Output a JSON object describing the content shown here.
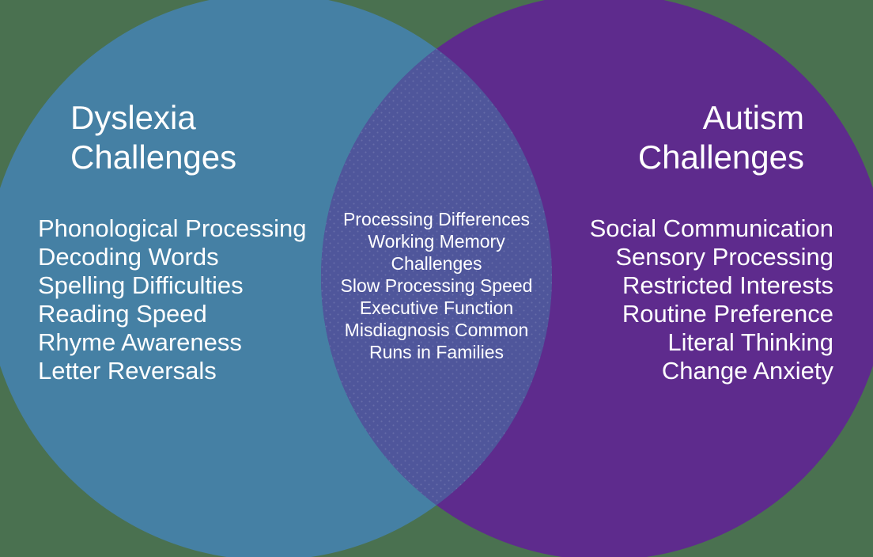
{
  "diagram": {
    "type": "venn",
    "left_circle": {
      "title": "Dyslexia\nChallenges",
      "items": [
        "Phonological Processing",
        "Decoding Words",
        "Spelling Difficulties",
        "Reading Speed",
        "Rhyme Awareness",
        "Letter Reversals"
      ]
    },
    "overlap": {
      "items": [
        "Processing Differences",
        "Working Memory\nChallenges",
        "Slow Processing Speed",
        "Executive Function",
        "Misdiagnosis Common",
        "Runs in Families"
      ]
    },
    "right_circle": {
      "title": "Autism\nChallenges",
      "items": [
        "Social Communication",
        "Sensory Processing",
        "Restricted Interests",
        "Routine Preference",
        "Literal Thinking",
        "Change Anxiety"
      ]
    }
  },
  "colors": {
    "background": "#4a7150",
    "dyslexia_circle": "#4580a4",
    "autism_circle": "#5e2b8d",
    "overlap": "#4f569b",
    "text": "#ffffff"
  }
}
